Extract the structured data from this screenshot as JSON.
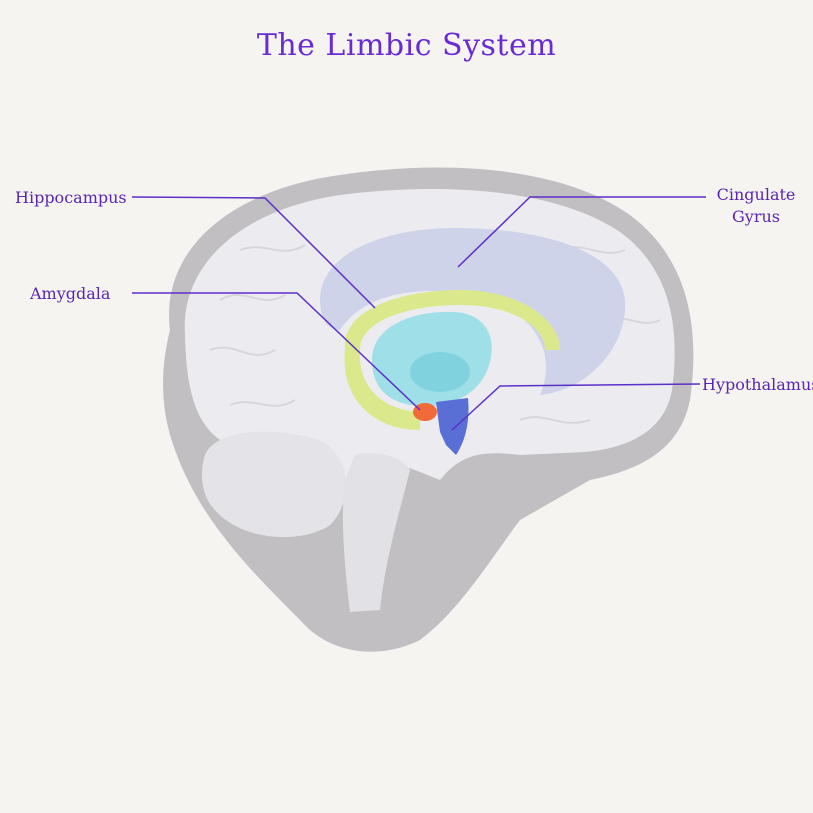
{
  "title": "The Limbic System",
  "labels": {
    "hippocampus": "Hippocampus",
    "amygdala": "Amygdala",
    "cingulate_line1": "Cingulate",
    "cingulate_line2": "Gyrus",
    "hypothalamus": "Hypothalamus"
  },
  "colors": {
    "background": "#f5f4f0",
    "title": "#6a2bd6",
    "label_text": "#5a25b0",
    "leader_line": "#5b2fc9",
    "skull": "#bfbcc0",
    "brain": "#ededf0",
    "cingulate": "#c9cfe6",
    "hippocampus": "#d9e98a",
    "thalamus": "#9fe0e8",
    "amygdala": "#f06a3a",
    "hypothalamus": "#5a6fd6"
  }
}
